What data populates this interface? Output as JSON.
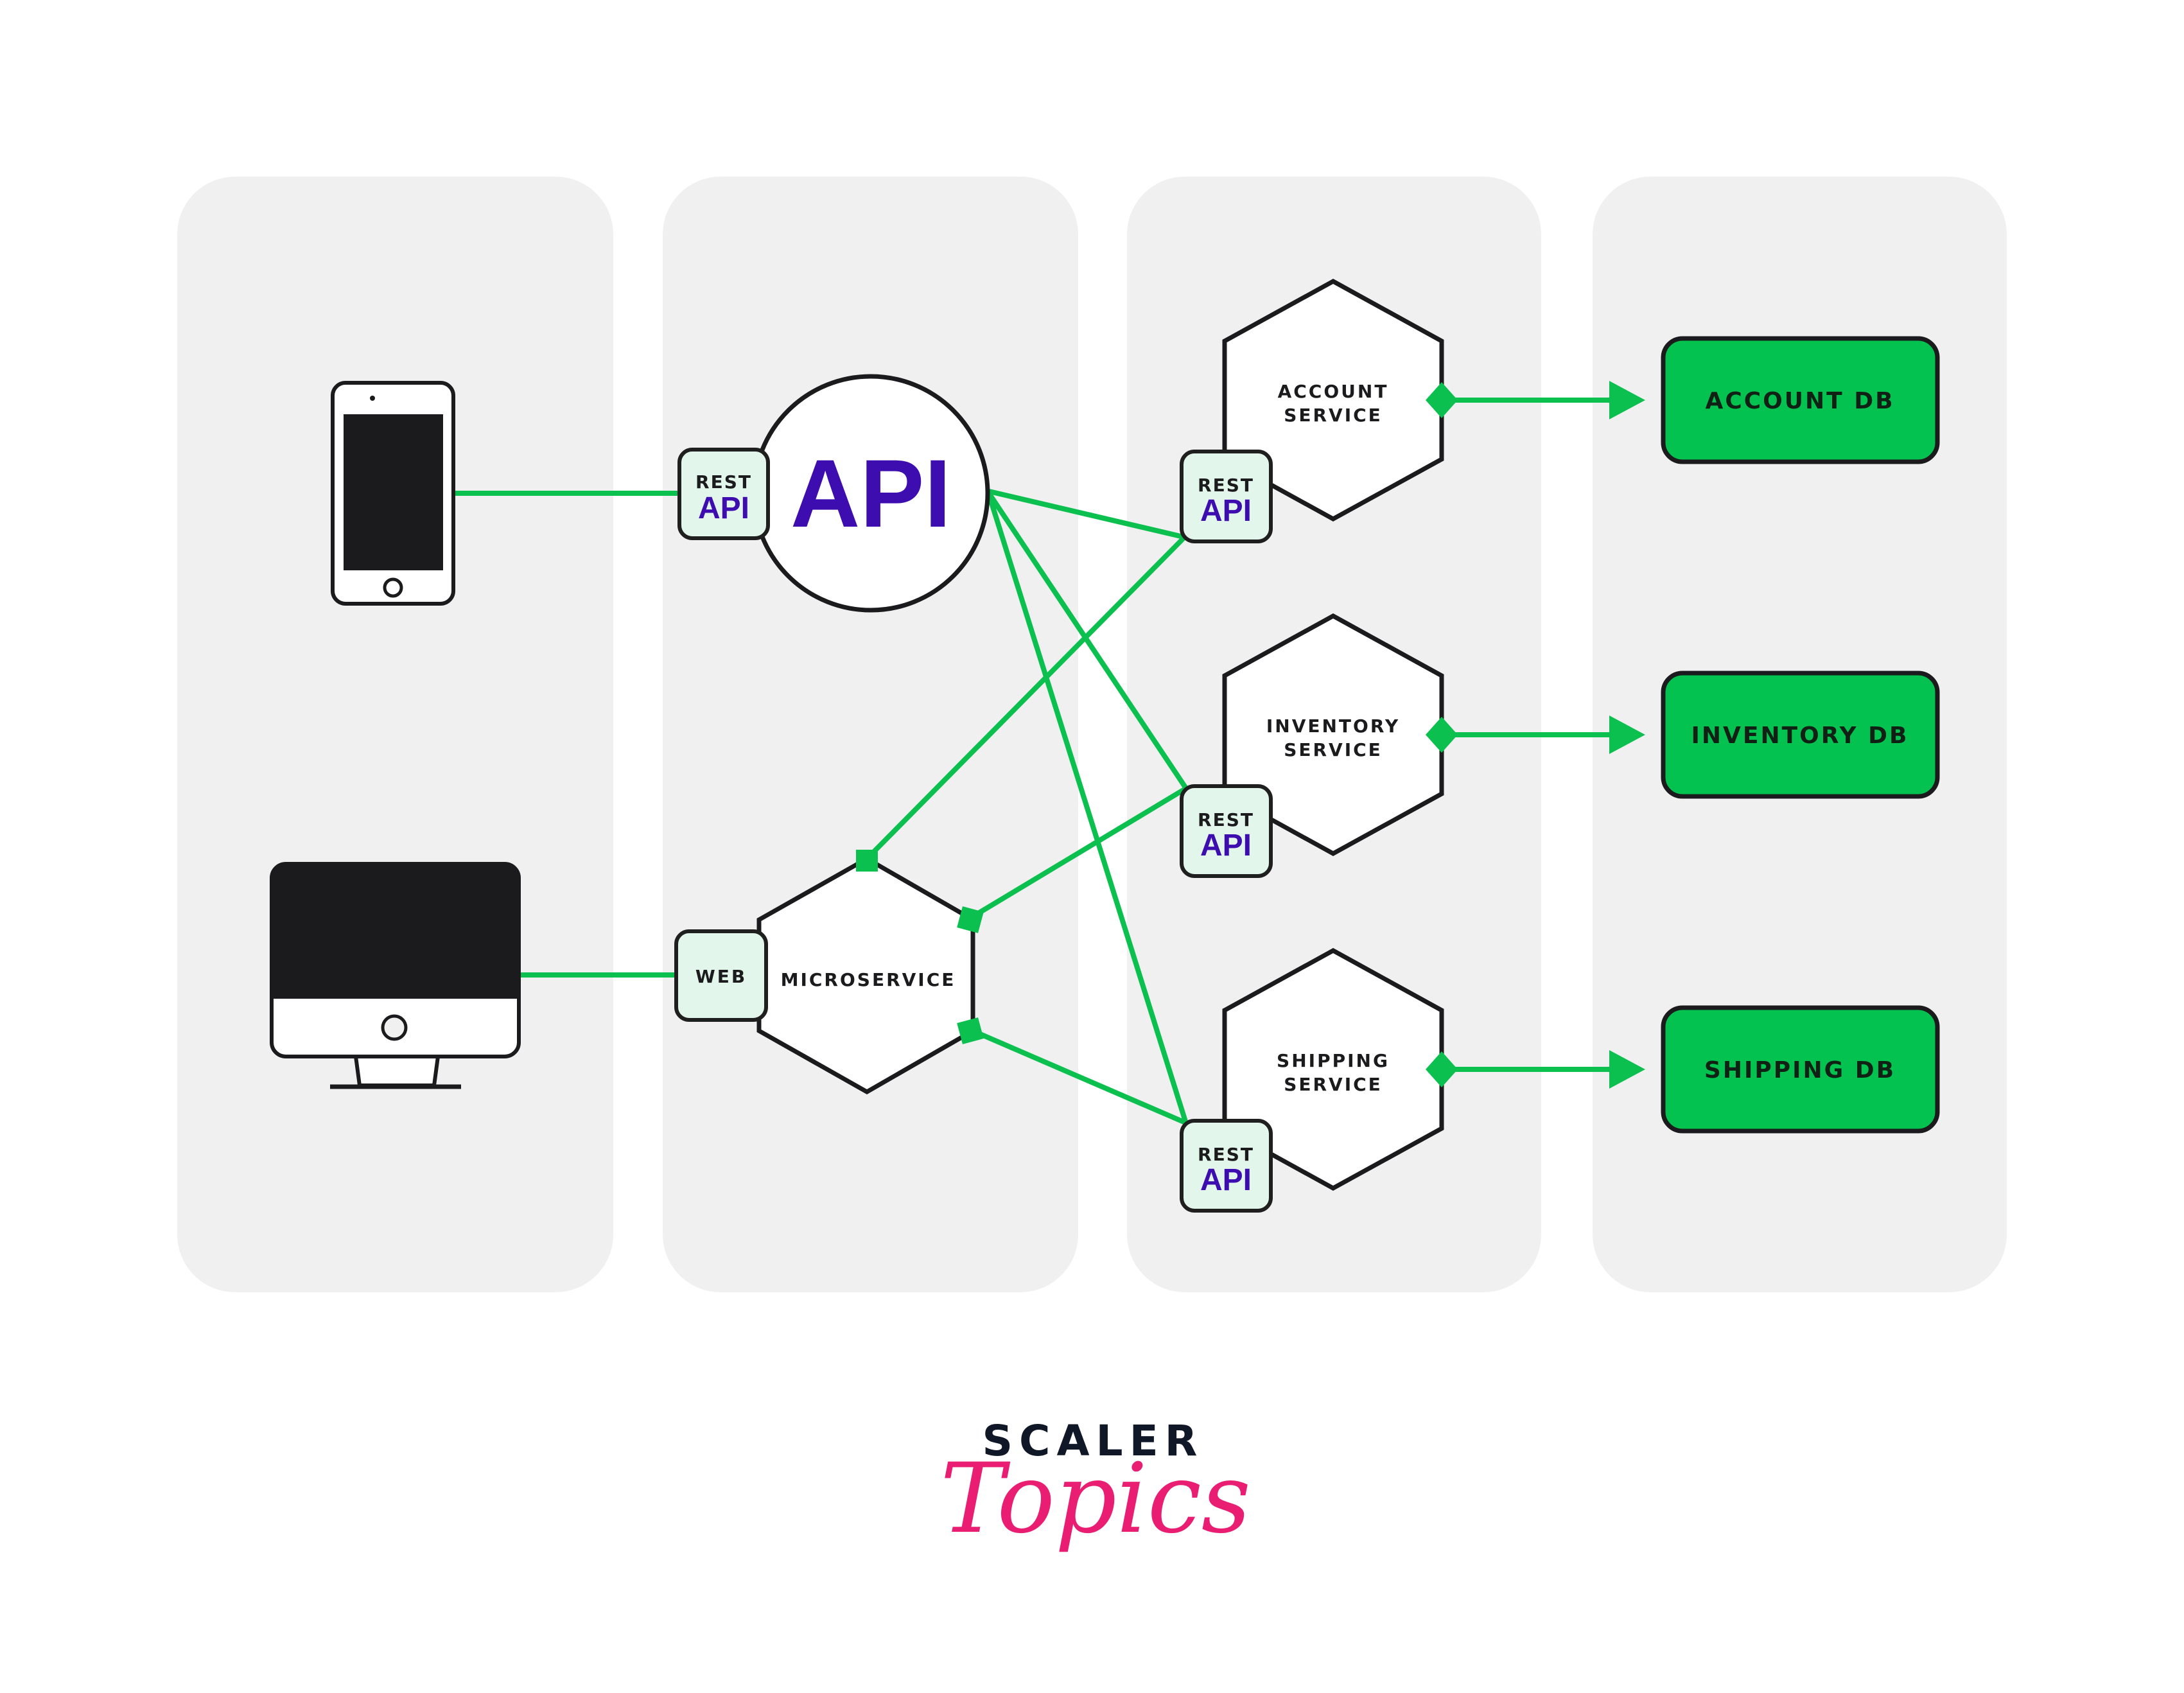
{
  "diagram": {
    "colors": {
      "connector": "#0cc04f",
      "db_fill": "#03c24f",
      "api_text": "#3d0db0",
      "badge_fill": "#e3f6ec",
      "panel": "#f0f0f0",
      "logo_pink": "#e91e73",
      "logo_dark": "#101828"
    },
    "clients": [
      {
        "name": "mobile-phone",
        "icon": "smartphone-icon"
      },
      {
        "name": "desktop-computer",
        "icon": "monitor-icon"
      }
    ],
    "gateway": {
      "api_label": "API",
      "rest_badge": {
        "line1": "REST",
        "line2": "API"
      }
    },
    "microservice": {
      "label": "MICROSERVICE",
      "web_badge": "WEB"
    },
    "services": [
      {
        "line1": "ACCOUNT",
        "line2": "SERVICE",
        "badge1": "REST",
        "badge2": "API",
        "db": "ACCOUNT DB"
      },
      {
        "line1": "INVENTORY",
        "line2": "SERVICE",
        "badge1": "REST",
        "badge2": "API",
        "db": "INVENTORY DB"
      },
      {
        "line1": "SHIPPING",
        "line2": "SERVICE",
        "badge1": "REST",
        "badge2": "API",
        "db": "SHIPPING DB"
      }
    ]
  },
  "logo": {
    "line1": "SCALER",
    "line2": "Topics"
  }
}
